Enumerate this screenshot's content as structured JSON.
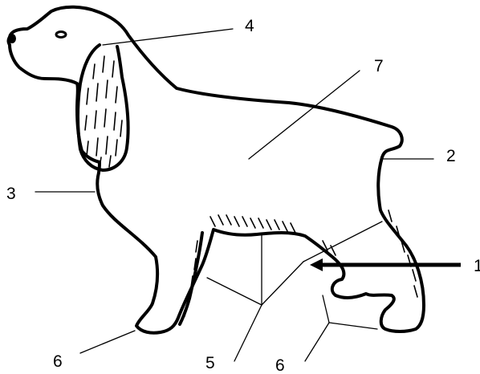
{
  "labels": {
    "l1": "1",
    "l2": "2",
    "l3": "3",
    "l4": "4",
    "l5": "5",
    "l6a": "6",
    "l6b": "6",
    "l7": "7"
  },
  "colors": {
    "line": "#000000",
    "background": "#ffffff"
  }
}
